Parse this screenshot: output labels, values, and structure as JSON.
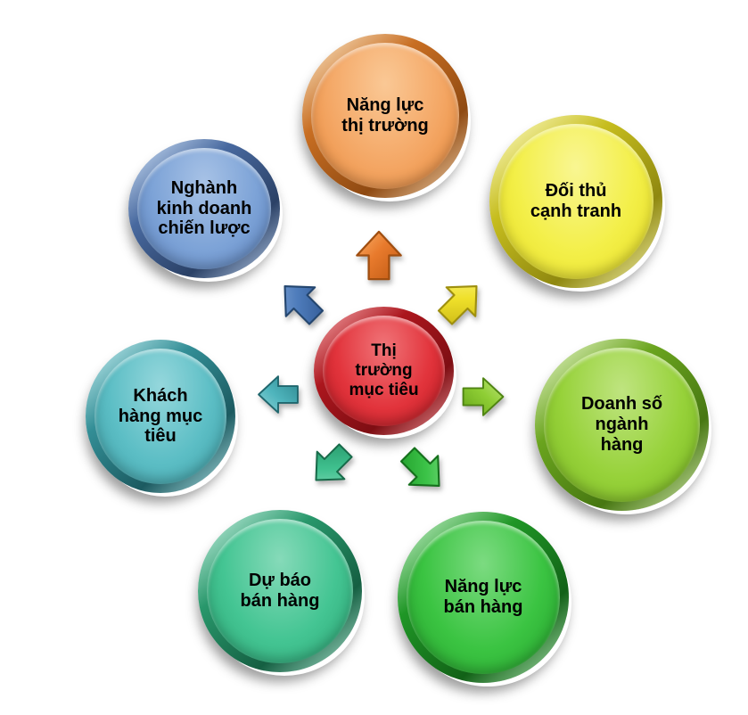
{
  "diagram": {
    "type": "radial-cycle",
    "background": "#FFFFFF",
    "center": {
      "id": "target-market",
      "label": "Thị\ntrường\nmục tiêu",
      "fill": "#E2343C",
      "rim": "#AB161D",
      "text_color": "#000000"
    },
    "satellites": [
      {
        "id": "market-capacity",
        "position": "top",
        "label": "Năng lực\nthị trường",
        "fill": "#F4A765",
        "rim": "#C86E22"
      },
      {
        "id": "competitors",
        "position": "top-right",
        "label": "Đối thủ\ncạnh tranh",
        "fill": "#F3EF48",
        "rim": "#C6BD1E"
      },
      {
        "id": "industry-sales",
        "position": "right",
        "label": "Doanh số\nngành\nhàng",
        "fill": "#97D23A",
        "rim": "#6AA41E"
      },
      {
        "id": "sales-capacity",
        "position": "bottom-right",
        "label": "Năng lực\nbán hàng",
        "fill": "#3BC442",
        "rim": "#1F9626"
      },
      {
        "id": "sales-forecast",
        "position": "bottom-left",
        "label": "Dự báo\nbán hàng",
        "fill": "#44C593",
        "rim": "#28976B"
      },
      {
        "id": "target-customers",
        "position": "left",
        "label": "Khách\nhàng mục\ntiêu",
        "fill": "#5CBEC5",
        "rim": "#338E96"
      },
      {
        "id": "strategic-business",
        "position": "top-left",
        "label": "Nghành\nkinh doanh\nchiến lược",
        "fill": "#7DA3D7",
        "rim": "#48699F"
      }
    ],
    "arrows": [
      {
        "to": "market-capacity",
        "direction": "up",
        "color": "#E87A2C"
      },
      {
        "to": "strategic-business",
        "direction": "up-left",
        "color": "#4E7CBB"
      },
      {
        "to": "competitors",
        "direction": "up-right",
        "color": "#EFE02A"
      },
      {
        "to": "target-customers",
        "direction": "left",
        "color": "#4FB5BD"
      },
      {
        "to": "industry-sales",
        "direction": "right",
        "color": "#8FCE35"
      },
      {
        "to": "sales-forecast",
        "direction": "down-left",
        "color": "#3FC08E"
      },
      {
        "to": "sales-capacity",
        "direction": "down-right",
        "color": "#3CC348"
      }
    ]
  }
}
